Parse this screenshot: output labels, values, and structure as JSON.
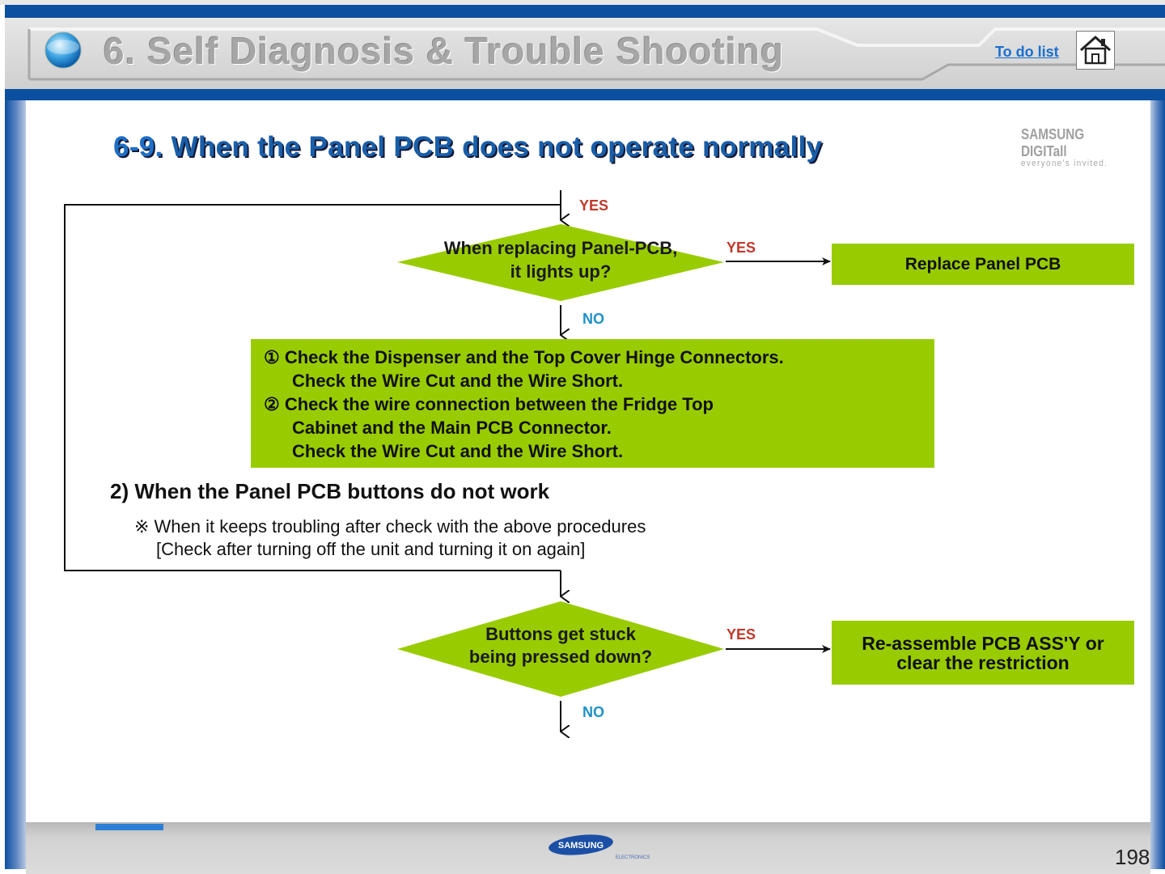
{
  "header": {
    "title": "6. Self Diagnosis & Trouble Shooting",
    "todo_link": "To do list",
    "home_icon": "home-icon"
  },
  "slide": {
    "subtitle_num": "6-9.",
    "subtitle_text": "When the Panel PCB does not operate normally",
    "brand_main": "SAMSUNG DIGITall",
    "brand_sub": "everyone's invited."
  },
  "flow1": {
    "top_yes": "YES",
    "decision_line1": "When replacing Panel-PCB,",
    "decision_line2": "it lights up?",
    "yes": "YES",
    "result": "Replace Panel PCB",
    "no": "NO",
    "check_lines": [
      "① Check the Dispenser and the Top Cover Hinge Connectors.",
      "Check the Wire Cut and the Wire Short.",
      "② Check the wire connection between the Fridge Top",
      "Cabinet and the Main PCB Connector.",
      "Check the Wire Cut and the Wire Short."
    ]
  },
  "section2": {
    "heading": "2) When the Panel PCB buttons do not work",
    "note_line1": "※ When it keeps troubling after check with the above procedures",
    "note_line2": "[Check after turning off the unit and turning it on again]"
  },
  "flow2": {
    "decision_line1": "Buttons get stuck",
    "decision_line2": "being pressed down?",
    "yes": "YES",
    "result_line1": "Re-assemble PCB ASS'Y or",
    "result_line2": "clear the restriction",
    "no": "NO"
  },
  "footer": {
    "logo_text": "SAMSUNG",
    "logo_sub": "ELECTRONICS",
    "page_number": "198"
  },
  "colors": {
    "frame_blue": "#0b4fa0",
    "box_green": "#99cc00",
    "yes_red": "#c0392b",
    "no_blue": "#1e90c8",
    "title_blue": "#1a5ea8"
  }
}
